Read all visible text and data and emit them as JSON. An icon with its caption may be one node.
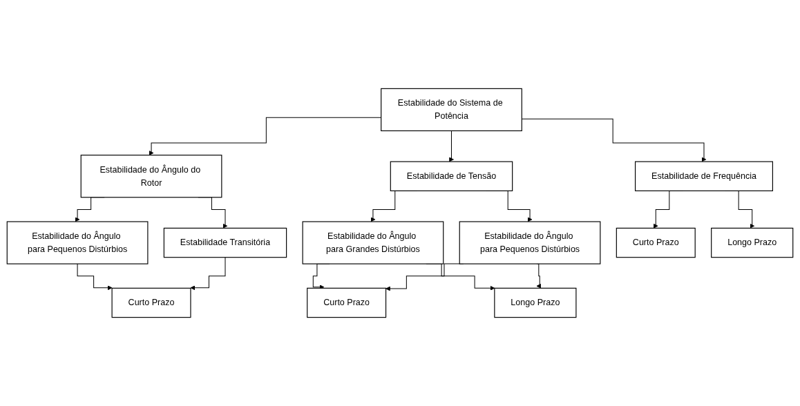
{
  "diagram": {
    "nodes": [
      {
        "text": [
          "Estabilidade do Sistema de Potência"
        ]
      },
      {
        "text": [
          "Estabilidade do Ângulo do Rotor"
        ]
      },
      {
        "text": [
          "Estabilidade de Frequência"
        ]
      },
      {
        "text": [
          "Estabilidade de Tensão"
        ]
      },
      {
        "text": [
          "Estabilidade do Ângulo para Pequenos Distúrbios"
        ]
      },
      {
        "text": [
          "Estabilidade Transitória"
        ]
      },
      {
        "text": [
          "Estabilidade do Ângulo para Grandes Distúrbios"
        ]
      },
      {
        "text": [
          "Estabilidade do Ângulo para Pequenos Distúrbios"
        ]
      },
      {
        "text": [
          "Curto Prazo"
        ]
      },
      {
        "text": [
          "Curto Prazo"
        ]
      },
      {
        "text": [
          "Longo Prazo"
        ]
      },
      {
        "text": [
          "Curto Prazo"
        ]
      },
      {
        "text": [
          "Longo Prazo"
        ]
      }
    ],
    "edges": [
      {
        "from": 0,
        "to": 1,
        "arrow": "to"
      },
      {
        "from": 0,
        "to": 2,
        "arrow": "to"
      },
      {
        "from": 0,
        "to": 3,
        "arrow": "to"
      },
      {
        "from": 1,
        "to": 4,
        "arrow": "to"
      },
      {
        "from": 1,
        "to": 5,
        "arrow": "to"
      },
      {
        "from": 3,
        "to": 6,
        "arrow": "to"
      },
      {
        "from": 3,
        "to": 7,
        "arrow": "to"
      },
      {
        "from": 4,
        "to": 8,
        "arrow": "to"
      },
      {
        "from": 5,
        "to": 8,
        "arrow": "to"
      },
      {
        "from": 6,
        "to": 9,
        "arrow": "to"
      },
      {
        "from": 6,
        "to": 10,
        "arrow": "to"
      },
      {
        "from": 7,
        "to": 9,
        "arrow": "to"
      },
      {
        "from": 7,
        "to": 10,
        "arrow": "to"
      },
      {
        "from": 2,
        "to": 11,
        "arrow": "to"
      },
      {
        "from": 2,
        "to": 12,
        "arrow": "to"
      }
    ]
  }
}
